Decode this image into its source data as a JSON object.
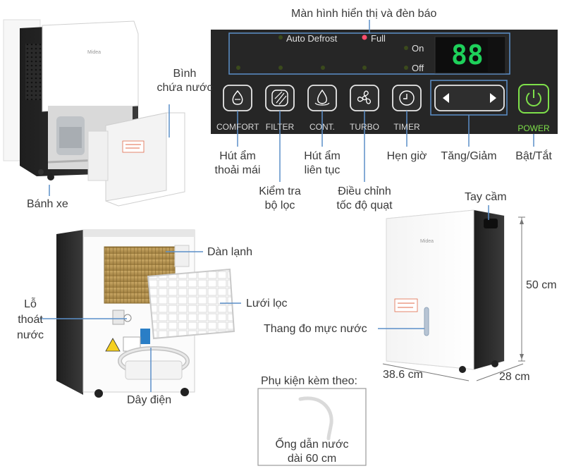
{
  "labels": {
    "display_and_indicators": "Màn hình hiển thị và đèn báo",
    "tank": "Bình\nchứa nước",
    "wheels": "Bánh xe",
    "comfort_mode": "Hút ẩm\nthoải mái",
    "filter_check": "Kiểm tra\nbộ lọc",
    "continuous_mode": "Hút ẩm\nliên tục",
    "fan_speed": "Điều chỉnh\ntốc độ quạt",
    "timer": "Hẹn giờ",
    "up_down": "Tăng/Giảm",
    "power_onoff": "Bật/Tắt",
    "handle": "Tay cầm",
    "height": "50 cm",
    "evaporator": "Dàn lạnh",
    "filter_mesh": "Lưới lọc",
    "drain_hole": "Lỗ\nthoát\nnước",
    "water_gauge": "Thang đo mực nước",
    "power_cord": "Dây điện",
    "depth": "38.6 cm",
    "width": "28 cm",
    "accessories_title": "Phụ kiện kèm theo:",
    "hose": "Ống dẫn nước\ndài 60 cm"
  },
  "panel": {
    "auto_defrost": "Auto Defrost",
    "full": "Full",
    "on": "On",
    "off": "Off",
    "display_value": "88",
    "buttons": [
      "COMFORT",
      "FILTER",
      "CONT.",
      "TURBO",
      "TIMER"
    ],
    "power": "POWER"
  },
  "brand": "Midea",
  "colors": {
    "panel_bg": "#262626",
    "dim_led": "#3b4a1c",
    "full_led": "#ff4d6d",
    "display_digits": "#1ed05a",
    "power_green": "#7ee04a",
    "callout": "#5b8fc9"
  },
  "icons": [
    "comfort-icon",
    "filter-icon",
    "drop-icon",
    "fan-icon",
    "timer-icon",
    "left-arrow-icon",
    "right-arrow-icon",
    "power-icon"
  ]
}
